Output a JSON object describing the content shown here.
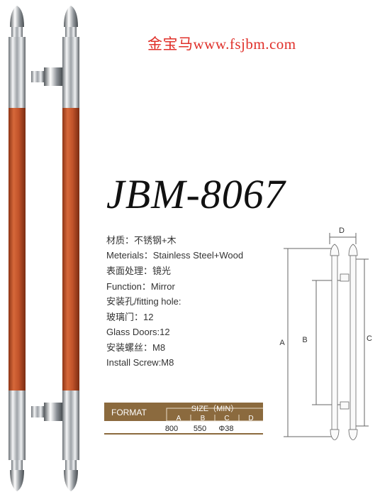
{
  "brand": {
    "site_text": "金宝马www.fsjbm.com"
  },
  "product": {
    "model": "JBM-8067"
  },
  "specs": [
    "材质：不锈钢+木",
    "Meterials：Stainless Steel+Wood",
    "表面处理：镜光",
    "Function：Mirror",
    "安装孔/fitting hole:",
    "玻璃门：12",
    "Glass Doors:12",
    "安装螺丝：M8",
    "Install Screw:M8"
  ],
  "size_table": {
    "format_label": "FORMAT",
    "size_header": "SIZE（MIN）",
    "columns": [
      "A",
      "B",
      "C",
      "D"
    ],
    "values": [
      "800",
      "550",
      "Φ38",
      ""
    ],
    "header_color": "#8b6a3e"
  },
  "diagram": {
    "labels": {
      "a": "A",
      "b": "B",
      "c": "C",
      "d": "D"
    }
  },
  "colors": {
    "wood": "#c8582d",
    "steel": "#c9ccd0",
    "brand_red": "#e0302a"
  }
}
